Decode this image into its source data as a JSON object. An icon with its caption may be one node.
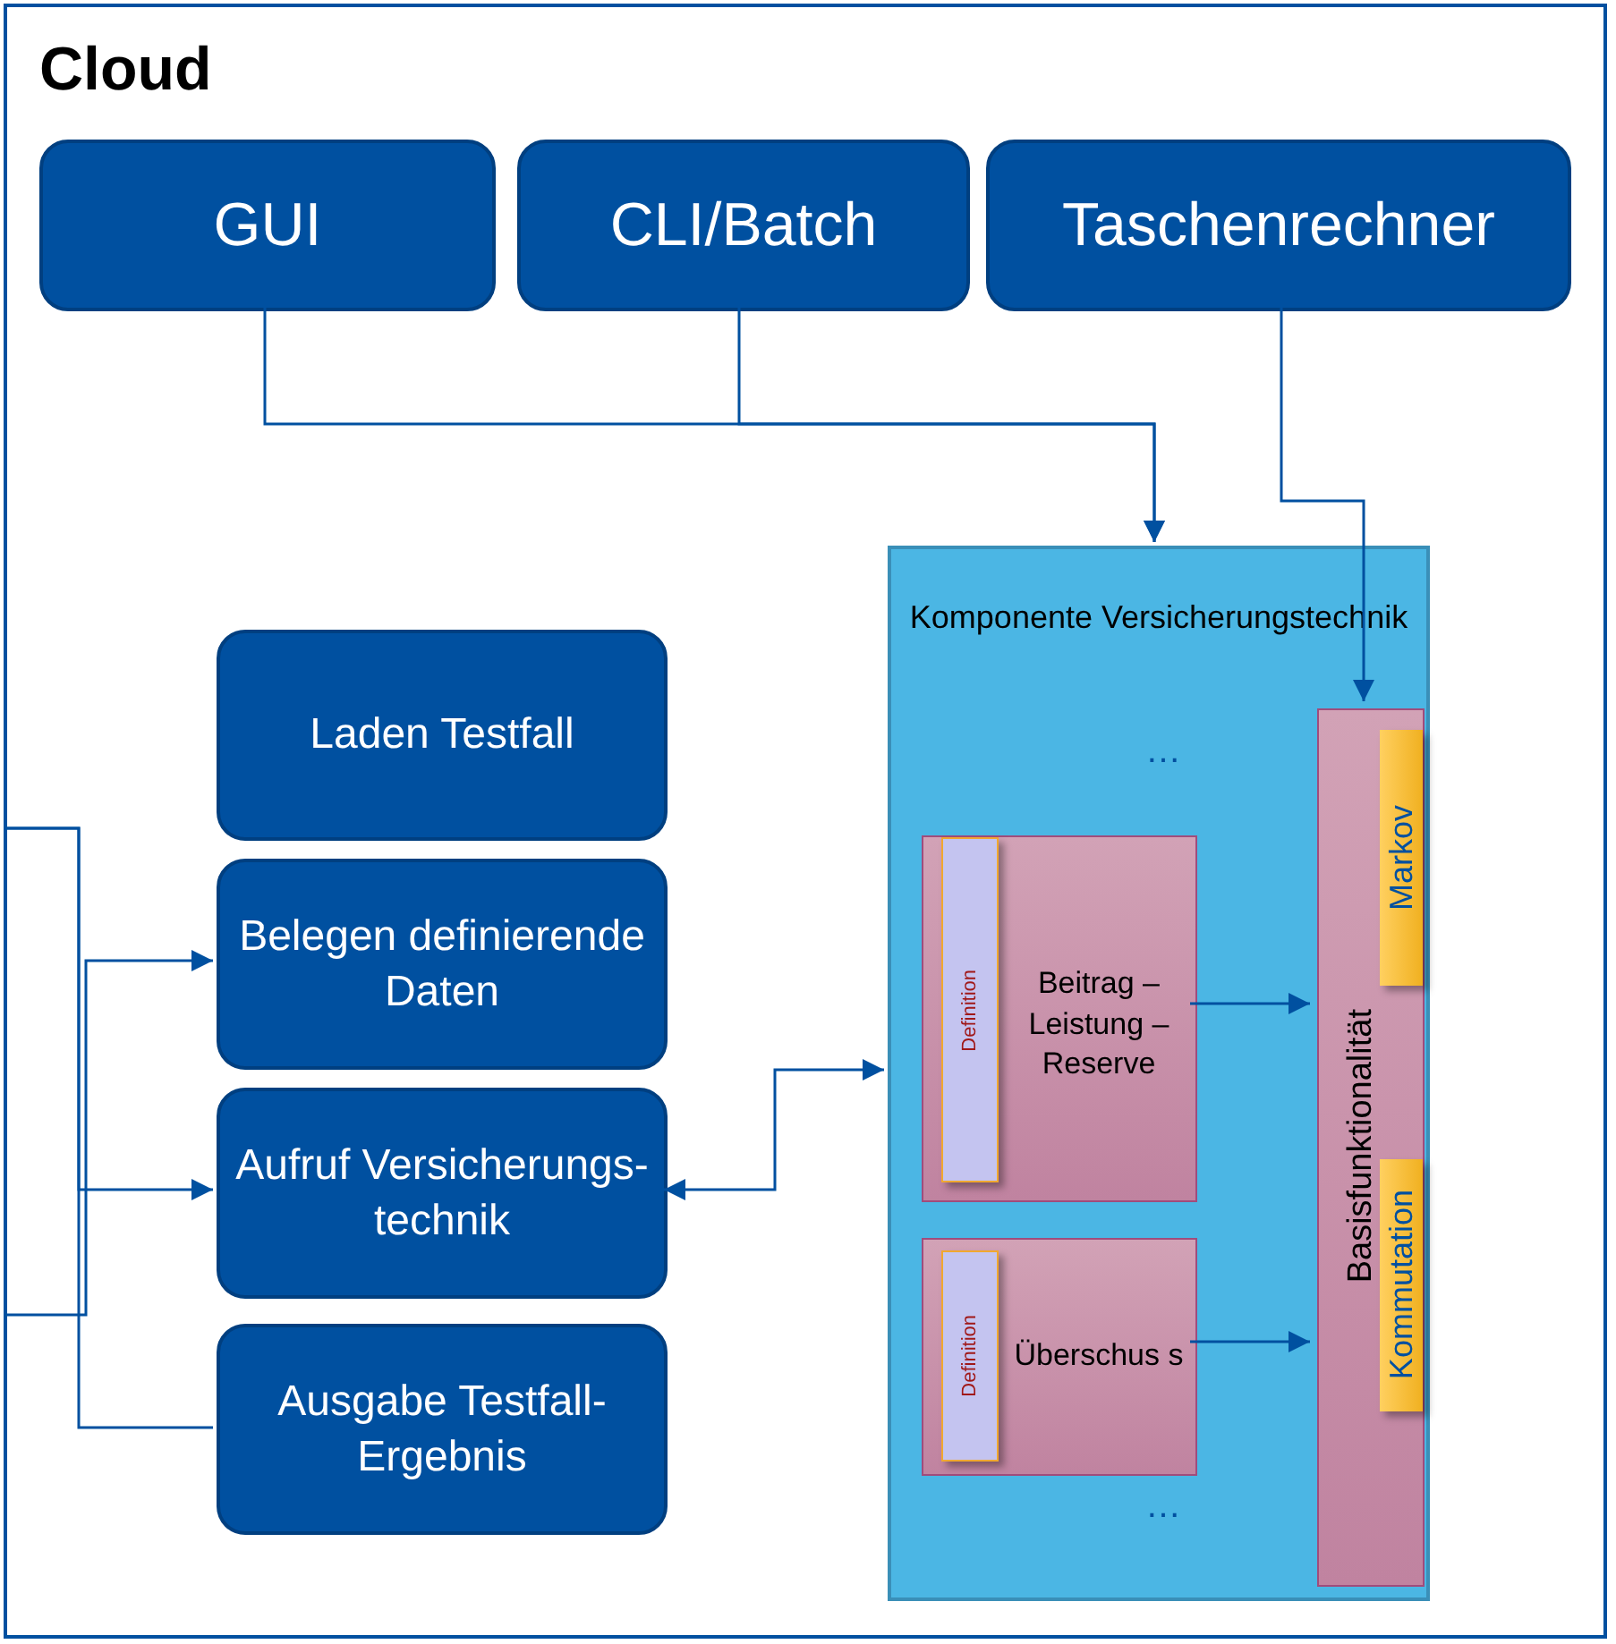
{
  "diagram": {
    "nodes": [
      {
        "text": [
          "Cloud"
        ]
      },
      {
        "text": [
          "GUI"
        ],
        "in": 0
      },
      {
        "text": [
          "CLI/Batch"
        ],
        "in": 0
      },
      {
        "text": [
          "Taschenrechner"
        ],
        "in": 0
      },
      {
        "text": [
          "Laden Testfall"
        ],
        "in": 0
      },
      {
        "text": [
          "Belegen definierende Daten"
        ],
        "in": 0
      },
      {
        "text": [
          "Aufruf Versicherungs- technik"
        ],
        "in": 0
      },
      {
        "text": [
          "Ausgabe Testfall- Ergebnis"
        ],
        "in": 0
      },
      {
        "text": [
          "Komponente Versicherungstechnik"
        ],
        "in": 0
      },
      {
        "text": [
          "Beitrag – Leistung – Reserve"
        ],
        "in": 8
      },
      {
        "text": [
          "Definition"
        ],
        "in": 9
      },
      {
        "text": [
          "Überschus s"
        ],
        "in": 8
      },
      {
        "text": [
          "Definition"
        ],
        "in": 11
      },
      {
        "text": [
          "Basisfunktionalität"
        ],
        "in": 8
      },
      {
        "text": [
          "Markov"
        ],
        "in": 13
      },
      {
        "text": [
          "Kommutation"
        ],
        "in": 13
      }
    ],
    "edges": [
      {
        "from": 1,
        "to": 8,
        "arrow": "to"
      },
      {
        "from": 2,
        "to": 8,
        "arrow": "to"
      },
      {
        "from": 3,
        "to": 13,
        "arrow": "to"
      },
      {
        "from": null,
        "to": 6,
        "arrow": "to"
      },
      {
        "from": null,
        "to": 7,
        "arrow": "none"
      },
      {
        "from": null,
        "to": 5,
        "arrow": "to"
      },
      {
        "from": 8,
        "to": 6,
        "arrow": "both"
      },
      {
        "from": 9,
        "to": 13,
        "arrow": "to"
      },
      {
        "from": 11,
        "to": 13,
        "arrow": "to"
      }
    ],
    "labels": [
      "…",
      "…"
    ]
  }
}
